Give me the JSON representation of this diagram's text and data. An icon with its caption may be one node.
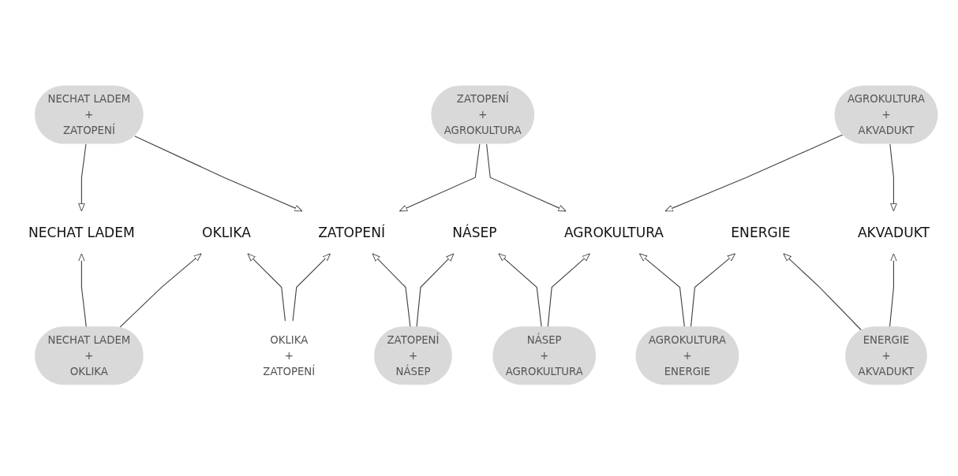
{
  "diagram": {
    "nodes": [
      {
        "text": [
          "NECHAT LADEM",
          "+",
          "ZATOPENÍ"
        ]
      },
      {
        "text": [
          "ZATOPENÍ",
          "+",
          "AGROKULTURA"
        ]
      },
      {
        "text": [
          "AGROKULTURA",
          "+",
          "AKVADUKT"
        ]
      },
      {
        "text": [
          "NECHAT LADEM"
        ]
      },
      {
        "text": [
          "OKLIKA"
        ]
      },
      {
        "text": [
          "ZATOPENÍ"
        ]
      },
      {
        "text": [
          "NÁSEP"
        ]
      },
      {
        "text": [
          "AGROKULTURA"
        ]
      },
      {
        "text": [
          "ENERGIE"
        ]
      },
      {
        "text": [
          "AKVADUKT"
        ]
      },
      {
        "text": [
          "NECHAT LADEM",
          "+",
          "OKLIKA"
        ]
      },
      {
        "text": [
          "OKLIKA",
          "+",
          "ZATOPENÍ"
        ]
      },
      {
        "text": [
          "ZATOPENÍ",
          "+",
          "NÁSEP"
        ]
      },
      {
        "text": [
          "NÁSEP",
          "+",
          "AGROKULTURA"
        ]
      },
      {
        "text": [
          "AGROKULTURA",
          "+",
          "ENERGIE"
        ]
      },
      {
        "text": [
          "ENERGIE",
          "+",
          "AKVADUKT"
        ]
      }
    ],
    "edges": [
      {
        "from": 0,
        "to": 3,
        "arrow": "to"
      },
      {
        "from": 0,
        "to": 5,
        "arrow": "to"
      },
      {
        "from": 1,
        "to": 5,
        "arrow": "to"
      },
      {
        "from": 1,
        "to": 7,
        "arrow": "to"
      },
      {
        "from": 2,
        "to": 7,
        "arrow": "to"
      },
      {
        "from": 2,
        "to": 9,
        "arrow": "to"
      },
      {
        "from": 10,
        "to": 3,
        "arrow": "to"
      },
      {
        "from": 10,
        "to": 4,
        "arrow": "to"
      },
      {
        "from": 11,
        "to": 4,
        "arrow": "to"
      },
      {
        "from": 11,
        "to": 5,
        "arrow": "to"
      },
      {
        "from": 12,
        "to": 5,
        "arrow": "to"
      },
      {
        "from": 12,
        "to": 6,
        "arrow": "to"
      },
      {
        "from": 13,
        "to": 6,
        "arrow": "to"
      },
      {
        "from": 13,
        "to": 7,
        "arrow": "to"
      },
      {
        "from": 14,
        "to": 7,
        "arrow": "to"
      },
      {
        "from": 14,
        "to": 8,
        "arrow": "to"
      },
      {
        "from": 15,
        "to": 8,
        "arrow": "to"
      },
      {
        "from": 15,
        "to": 9,
        "arrow": "to"
      }
    ]
  }
}
